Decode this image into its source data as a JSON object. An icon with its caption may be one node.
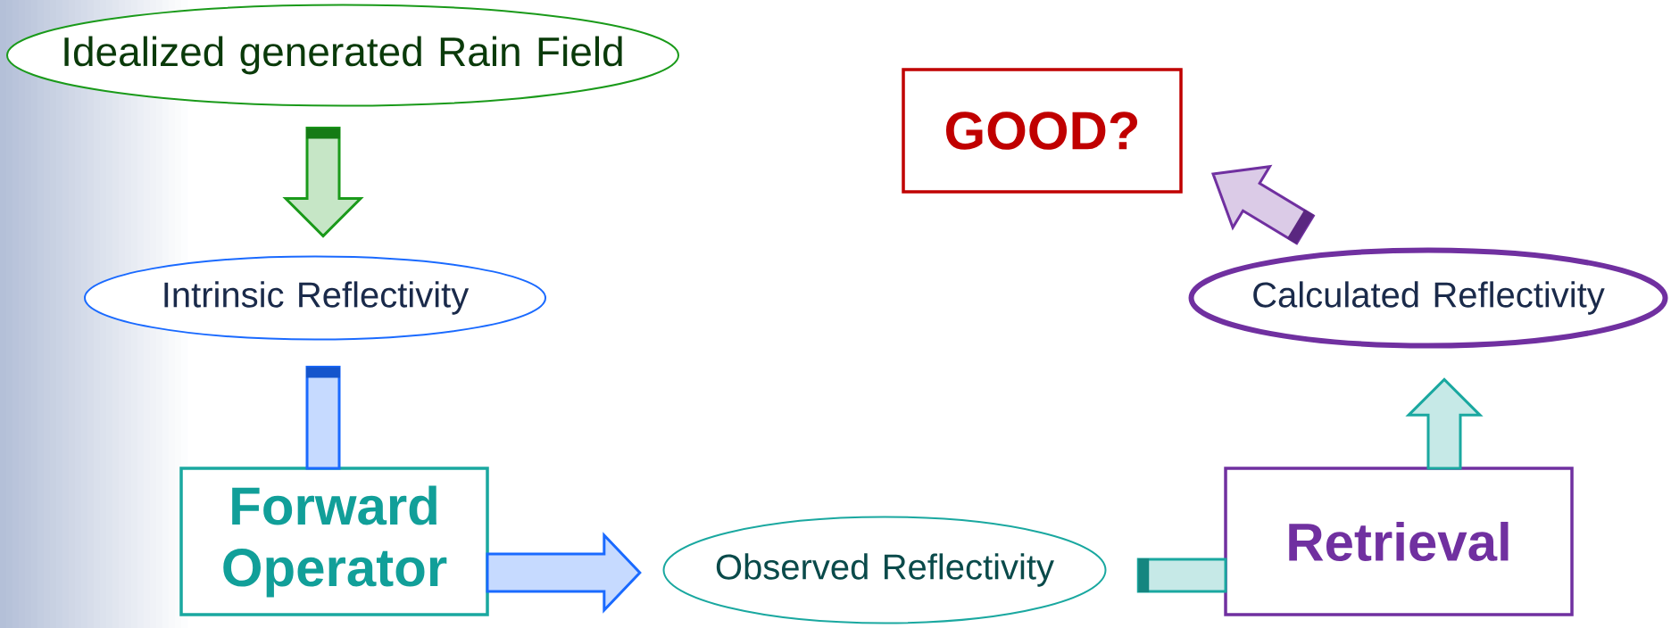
{
  "diagram": {
    "nodes": [
      {
        "text": [
          "Idealized generated Rain Field"
        ]
      },
      {
        "text": [
          "Intrinsic Reflectivity"
        ]
      },
      {
        "text": [
          "Forward Operator"
        ]
      },
      {
        "text": [
          "Observed Reflectivity"
        ]
      },
      {
        "text": [
          "Retrieval"
        ]
      },
      {
        "text": [
          "Calculated Reflectivity"
        ]
      },
      {
        "text": [
          "GOOD?"
        ]
      }
    ],
    "edges": [
      {
        "from": 0,
        "to": 1,
        "arrow": "to",
        "color": "#1a9a1a"
      },
      {
        "from": 1,
        "to": 2,
        "arrow": "none",
        "color": "#1a6aff"
      },
      {
        "from": 2,
        "to": 3,
        "arrow": "to",
        "color": "#1a6aff"
      },
      {
        "from": 3,
        "to": 4,
        "arrow": "none",
        "color": "#1aa8a0"
      },
      {
        "from": 4,
        "to": 5,
        "arrow": "to",
        "color": "#1aa8a0"
      },
      {
        "from": 5,
        "to": 6,
        "arrow": "to",
        "color": "#7030a0"
      }
    ]
  }
}
